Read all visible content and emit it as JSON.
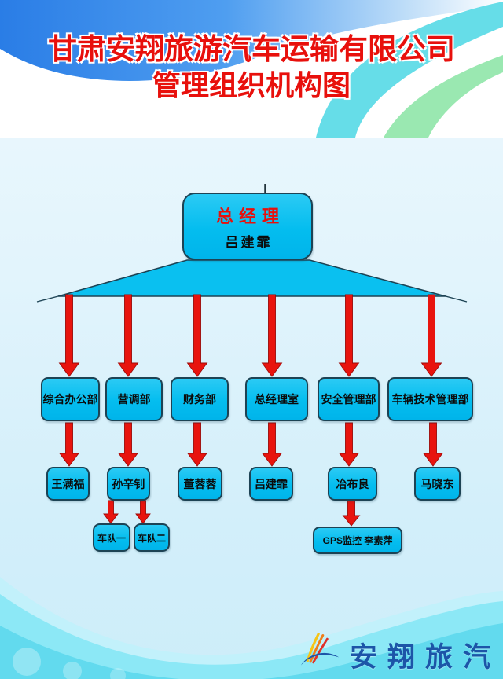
{
  "title": {
    "line1": "甘肃安翔旅游汽车运输有限公司",
    "line2": "管理组织机构图"
  },
  "org": {
    "root": {
      "title": "总经理",
      "name": "吕建霏"
    },
    "departments": [
      {
        "label": "综合办公部",
        "head": "王满福",
        "children": []
      },
      {
        "label": "营调部",
        "head": "孙辛钊",
        "children": [
          "车队一",
          "车队二"
        ]
      },
      {
        "label": "财务部",
        "head": "董蓉蓉",
        "children": []
      },
      {
        "label": "总经理室",
        "head": "吕建霏",
        "children": []
      },
      {
        "label": "安全管理部",
        "head": "冶布良",
        "children": [
          "GPS监控  李素萍"
        ]
      },
      {
        "label": "车辆技术管理部",
        "head": "马晓东",
        "children": []
      }
    ]
  },
  "footer": {
    "logo_text": "安翔旅汽"
  },
  "colors": {
    "box_fill": "#04bdef",
    "box_border": "#1d4354",
    "arrow_red": "#e8140e",
    "title_red": "#e8100c",
    "banner_blue": "#2a7de6",
    "wave_cyan": "#7ee4f4",
    "wave_green": "#8fe5a8",
    "logo_blue": "#1c55a8"
  }
}
